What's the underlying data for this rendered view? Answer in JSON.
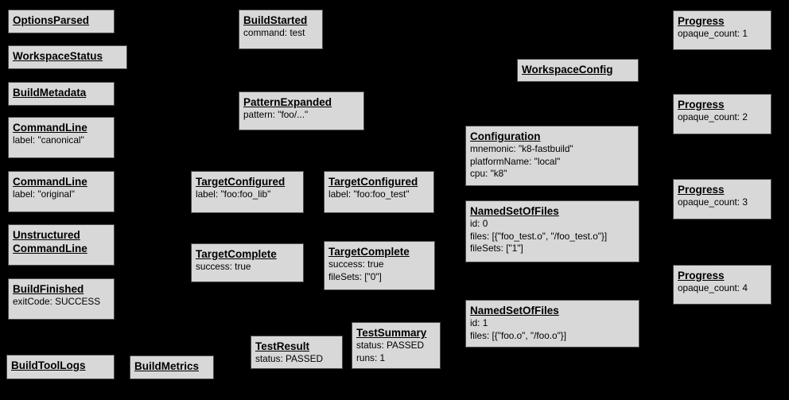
{
  "canvas": {
    "background": "#000000",
    "node_fill": "#d8d8d8",
    "node_border": "#4b4b4b",
    "text_color": "#000000"
  },
  "nodes": [
    {
      "title": "OptionsParsed",
      "lines": []
    },
    {
      "title": "WorkspaceStatus",
      "lines": []
    },
    {
      "title": "BuildMetadata",
      "lines": []
    },
    {
      "title": "CommandLine",
      "lines": [
        "label: \"canonical\""
      ]
    },
    {
      "title": "CommandLine",
      "lines": [
        "label: \"original\""
      ]
    },
    {
      "title": "UnstructuredCommandLine",
      "title_lines": [
        "Unstructured",
        "CommandLine"
      ],
      "lines": []
    },
    {
      "title": "BuildFinished",
      "lines": [
        "exitCode: SUCCESS"
      ]
    },
    {
      "title": "BuildToolLogs",
      "lines": []
    },
    {
      "title": "BuildStarted",
      "lines": [
        "command: test"
      ]
    },
    {
      "title": "PatternExpanded",
      "lines": [
        "pattern: \"foo/...\""
      ]
    },
    {
      "title": "TargetConfigured",
      "lines": [
        "label: \"foo:foo_lib\""
      ]
    },
    {
      "title": "TargetComplete",
      "lines": [
        "success: true"
      ]
    },
    {
      "title": "TestResult",
      "lines": [
        "status: PASSED"
      ]
    },
    {
      "title": "BuildMetrics",
      "lines": []
    },
    {
      "title": "TargetConfigured",
      "lines": [
        "label: \"foo:foo_test\""
      ]
    },
    {
      "title": "TargetComplete",
      "lines": [
        "success: true",
        "fileSets: [\"0\"]"
      ]
    },
    {
      "title": "TestSummary",
      "lines": [
        "status: PASSED",
        "runs: 1"
      ]
    },
    {
      "title": "WorkspaceConfig",
      "lines": []
    },
    {
      "title": "Configuration",
      "lines": [
        "mnemonic: \"k8-fastbuild\"",
        "platformName: \"local\"",
        "cpu: \"k8\""
      ]
    },
    {
      "title": "NamedSetOfFiles",
      "lines": [
        "id: 0",
        "files: [{\"foo_test.o\", \"/foo_test.o\"}]",
        "fileSets: [\"1\"]"
      ]
    },
    {
      "title": "NamedSetOfFiles",
      "lines": [
        "id: 1",
        "files: [{\"foo.o\", \"/foo.o\"}]"
      ]
    },
    {
      "title": "Progress",
      "lines": [
        "opaque_count: 1"
      ]
    },
    {
      "title": "Progress",
      "lines": [
        "opaque_count: 2"
      ]
    },
    {
      "title": "Progress",
      "lines": [
        "opaque_count: 3"
      ]
    },
    {
      "title": "Progress",
      "lines": [
        "opaque_count: 4"
      ]
    }
  ]
}
